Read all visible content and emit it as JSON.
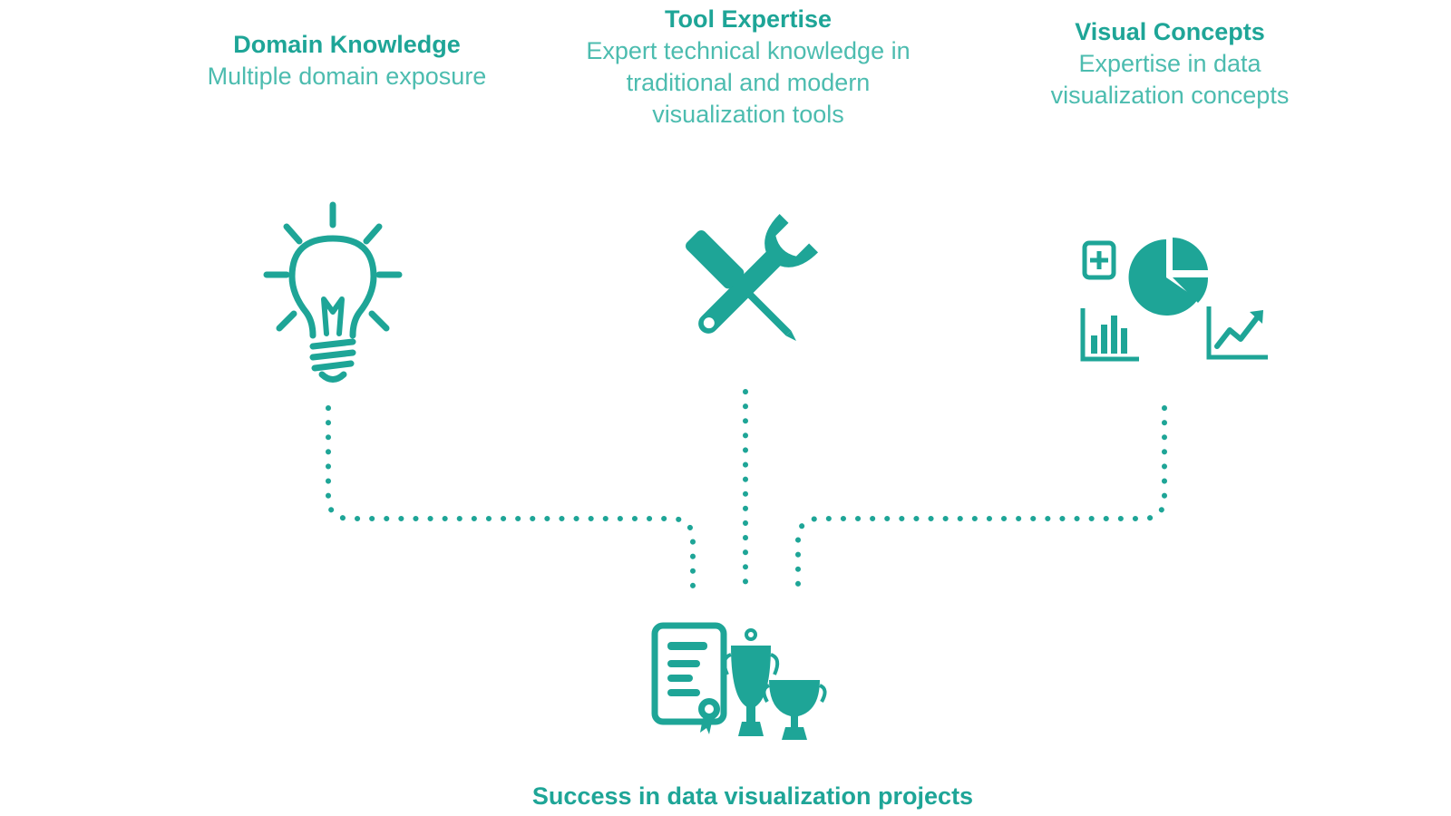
{
  "nodes": {
    "domain_knowledge": {
      "title": "Domain Knowledge",
      "description": "Multiple domain exposure",
      "icon": "lightbulb-icon"
    },
    "tool_expertise": {
      "title": "Tool Expertise",
      "description": "Expert technical knowledge in\ntraditional and modern\nvisualization tools",
      "icon": "tools-icon"
    },
    "visual_concepts": {
      "title": "Visual Concepts",
      "description": "Expertise in data\nvisualization concepts",
      "icon": "charts-icon"
    }
  },
  "outcome": {
    "label": "Success in data visualization projects",
    "icon": "certificate-trophy-icon"
  },
  "colors": {
    "primary": "#1ea597",
    "secondary": "#4cbcaf"
  }
}
